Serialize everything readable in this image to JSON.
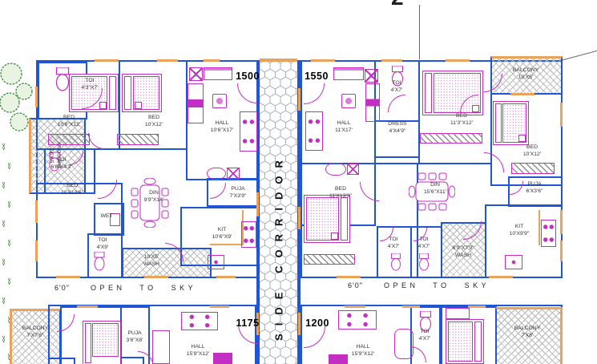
{
  "colors": {
    "wall": "#2155d4",
    "lintel": "#e9a35c",
    "furniture": "#c32ec3",
    "hatch": "#b8b8b8",
    "text": "#333333",
    "tree": "#2e7d32"
  },
  "annotations": {
    "top_label": "2"
  },
  "corridor": {
    "label": "SIDE CORRIDOR"
  },
  "open_to_sky": {
    "left": {
      "dim": "6'0\"",
      "text": "OPEN TO SKY"
    },
    "right": {
      "dim": "6'0\"",
      "text": "OPEN TO SKY"
    }
  },
  "flats": {
    "f1500": {
      "number": "1500",
      "rooms": {
        "toi_top": {
          "name": "TOI",
          "dim": "4'3\"X7'"
        },
        "bed1": {
          "name": "BED",
          "dim": "10'6\"X12'"
        },
        "bed2": {
          "name": "BED",
          "dim": "10'X12'"
        },
        "hall": {
          "name": "HALL",
          "dim": "10'6\"X17'"
        },
        "balcony": {
          "dim": "5'X9'3\"",
          "name": "BALCONY"
        },
        "toi_mid": {
          "name": "TOI",
          "dim": "6'6\"X4'3\""
        },
        "bed3": {
          "name": "BED",
          "dim": "11'X13'6\""
        },
        "wet": {
          "name": "WET"
        },
        "din": {
          "name": "DIN",
          "dim": "9'9\"X14'"
        },
        "puja": {
          "name": "PUJA",
          "dim": "7'X3'9\""
        },
        "kit": {
          "name": "KIT",
          "dim": "10'6\"X9'"
        },
        "toi_bot": {
          "name": "TOI",
          "dim": "4'X9'"
        },
        "wash": {
          "dim": "10'X5'",
          "name": "WASH"
        }
      }
    },
    "f1550": {
      "number": "1550",
      "rooms": {
        "hall": {
          "name": "HALL",
          "dim": "11'X17'"
        },
        "toi_top": {
          "name": "TOI",
          "dim": "4'X7'"
        },
        "dress": {
          "name": "DRESS",
          "dim": "4'X4'9\""
        },
        "bed_top": {
          "name": "BED",
          "dim": "11'3\"X12'"
        },
        "balcony": {
          "name": "BALCONY",
          "dim": "10'X5'"
        },
        "bed_right": {
          "name": "BED",
          "dim": "10'X12'"
        },
        "puja": {
          "name": "PUJA",
          "dim": "6'X3'6\""
        },
        "bed_left": {
          "name": "BED",
          "dim": "11'X13'3\""
        },
        "din": {
          "name": "DIN",
          "dim": "15'6\"X11'"
        },
        "toi_a": {
          "name": "TOI",
          "dim": "4'X7'"
        },
        "toi_b": {
          "name": "TOI",
          "dim": "4'X7'"
        },
        "wash": {
          "dim": "6'9\"X7'9\"",
          "name": "WASH"
        },
        "kit": {
          "name": "KIT",
          "dim": "10'X9'9\""
        }
      }
    },
    "f1175": {
      "number": "1175",
      "rooms": {
        "balcony": {
          "name": "BALCONY",
          "dim": "7'X7'6\""
        },
        "puja": {
          "name": "PUJA",
          "dim": "3'6\"X8'"
        },
        "hall": {
          "name": "HALL",
          "dim": "15'9\"X12'"
        }
      }
    },
    "f1200": {
      "number": "1200",
      "rooms": {
        "hall": {
          "name": "HALL",
          "dim": "15'9\"X12'"
        },
        "toi": {
          "name": "TOI",
          "dim": "4'X7'"
        },
        "balcony": {
          "name": "BALCONY",
          "dim": "7'X8'"
        }
      }
    }
  }
}
